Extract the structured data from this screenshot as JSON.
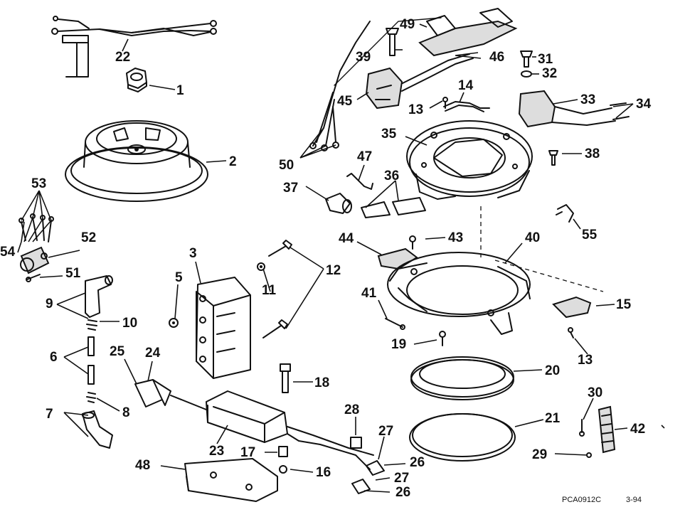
{
  "drawing": {
    "callouts": [
      {
        "id": "c1",
        "text": "1"
      },
      {
        "id": "c2",
        "text": "2"
      },
      {
        "id": "c3",
        "text": "3"
      },
      {
        "id": "c5",
        "text": "5"
      },
      {
        "id": "c6",
        "text": "6"
      },
      {
        "id": "c7",
        "text": "7"
      },
      {
        "id": "c8",
        "text": "8"
      },
      {
        "id": "c9",
        "text": "9"
      },
      {
        "id": "c10",
        "text": "10"
      },
      {
        "id": "c11",
        "text": "11"
      },
      {
        "id": "c12",
        "text": "12"
      },
      {
        "id": "c13a",
        "text": "13"
      },
      {
        "id": "c13b",
        "text": "13"
      },
      {
        "id": "c14",
        "text": "14"
      },
      {
        "id": "c15",
        "text": "15"
      },
      {
        "id": "c16",
        "text": "16"
      },
      {
        "id": "c17",
        "text": "17"
      },
      {
        "id": "c18",
        "text": "18"
      },
      {
        "id": "c19",
        "text": "19"
      },
      {
        "id": "c20",
        "text": "20"
      },
      {
        "id": "c21",
        "text": "21"
      },
      {
        "id": "c22",
        "text": "22"
      },
      {
        "id": "c23",
        "text": "23"
      },
      {
        "id": "c24",
        "text": "24"
      },
      {
        "id": "c25",
        "text": "25"
      },
      {
        "id": "c26a",
        "text": "26"
      },
      {
        "id": "c26b",
        "text": "26"
      },
      {
        "id": "c27a",
        "text": "27"
      },
      {
        "id": "c27b",
        "text": "27"
      },
      {
        "id": "c28",
        "text": "28"
      },
      {
        "id": "c29",
        "text": "29"
      },
      {
        "id": "c30",
        "text": "30"
      },
      {
        "id": "c31",
        "text": "31"
      },
      {
        "id": "c32",
        "text": "32"
      },
      {
        "id": "c33",
        "text": "33"
      },
      {
        "id": "c34",
        "text": "34"
      },
      {
        "id": "c35",
        "text": "35"
      },
      {
        "id": "c36",
        "text": "36"
      },
      {
        "id": "c37",
        "text": "37"
      },
      {
        "id": "c38",
        "text": "38"
      },
      {
        "id": "c39",
        "text": "39"
      },
      {
        "id": "c40",
        "text": "40"
      },
      {
        "id": "c41",
        "text": "41"
      },
      {
        "id": "c42",
        "text": "42"
      },
      {
        "id": "c43",
        "text": "43"
      },
      {
        "id": "c44",
        "text": "44"
      },
      {
        "id": "c45",
        "text": "45"
      },
      {
        "id": "c46",
        "text": "46"
      },
      {
        "id": "c47",
        "text": "47"
      },
      {
        "id": "c48",
        "text": "48"
      },
      {
        "id": "c49",
        "text": "49"
      },
      {
        "id": "c50",
        "text": "50"
      },
      {
        "id": "c51",
        "text": "51"
      },
      {
        "id": "c52",
        "text": "52"
      },
      {
        "id": "c53",
        "text": "53"
      },
      {
        "id": "c54",
        "text": "54"
      },
      {
        "id": "c55",
        "text": "55"
      }
    ],
    "footer": {
      "code": "PCA0912C",
      "date": "3-94"
    },
    "colors": {
      "ink": "#111111",
      "paper": "#ffffff"
    }
  }
}
